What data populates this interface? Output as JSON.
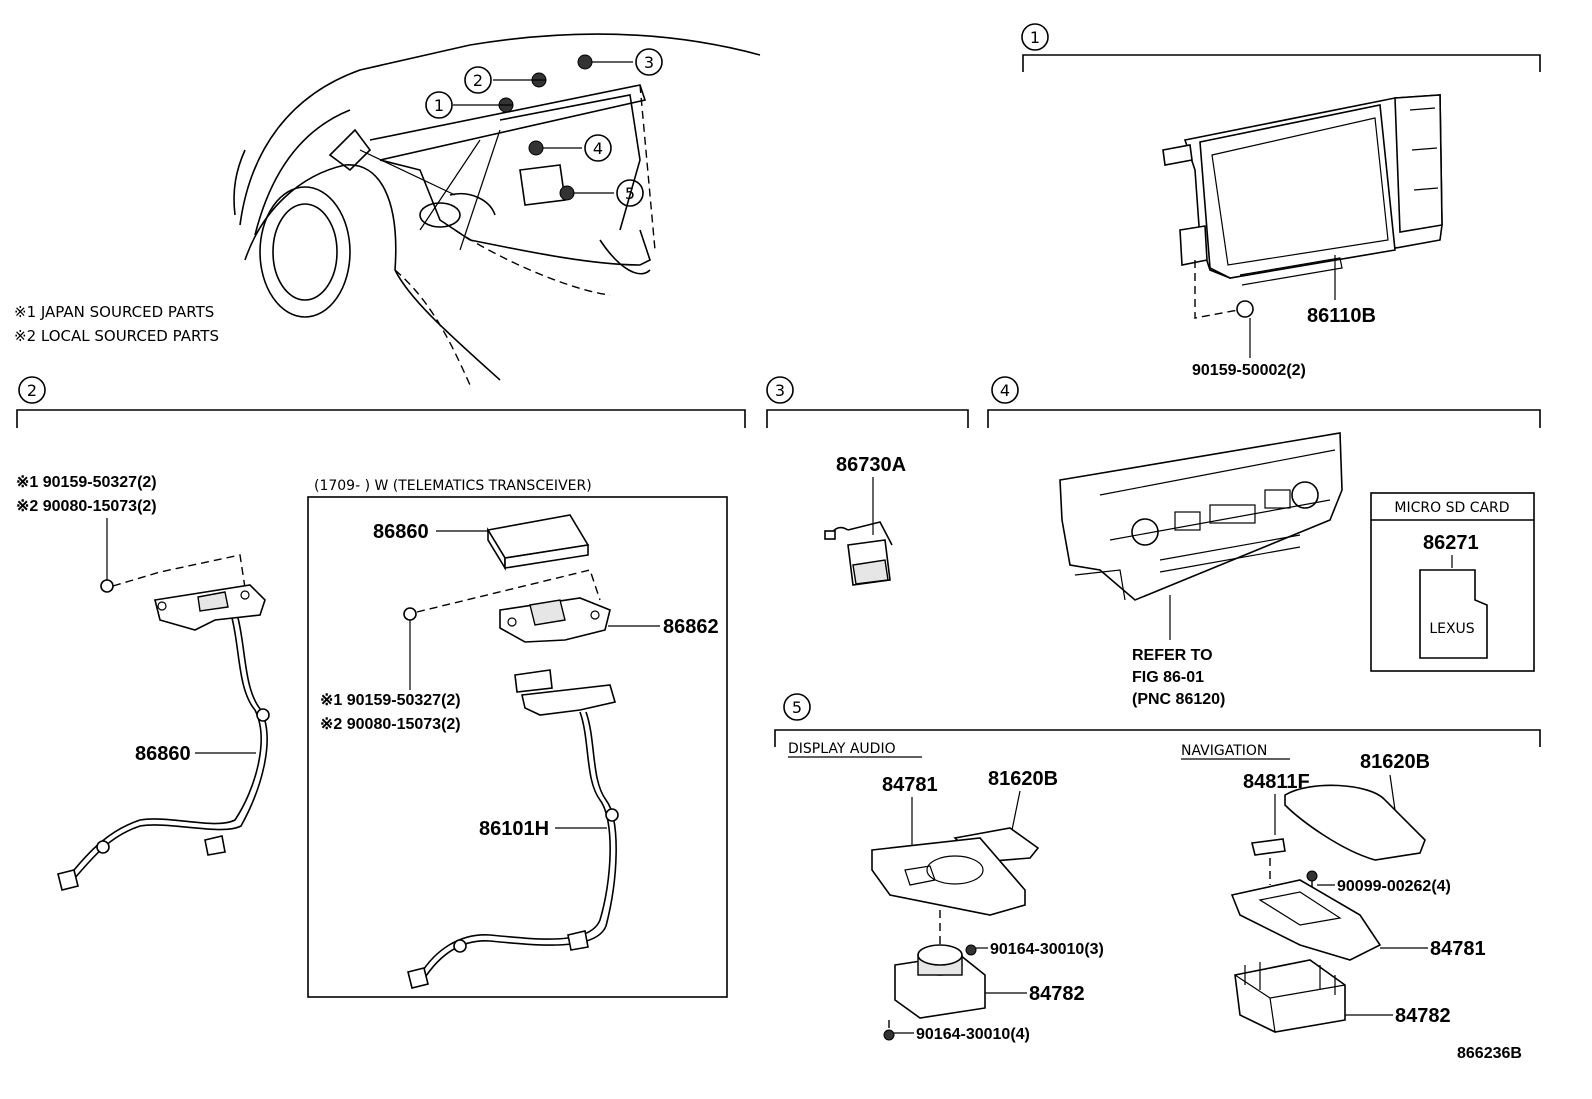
{
  "notes": {
    "japan": "※1 JAPAN SOURCED PARTS",
    "local": "※2 LOCAL SOURCED PARTS"
  },
  "markers": [
    "1",
    "2",
    "3",
    "4",
    "5"
  ],
  "section1": {
    "label": "1",
    "part_display": "86110B",
    "part_screw": "90159-50002(2)"
  },
  "section2": {
    "label": "2",
    "bolt_jp": "※1 90159-50327(2)",
    "bolt_local": "※2 90080-15073(2)",
    "part_cable": "86860",
    "telematics_header": "(1709-      ) W (TELEMATICS TRANSCEIVER)",
    "part_transceiver": "86860",
    "part_bracket": "86862",
    "bolt2_jp": "※1 90159-50327(2)",
    "bolt2_local": "※2 90080-15073(2)",
    "part_wire": "86101H"
  },
  "section3": {
    "label": "3",
    "part_sensor": "86730A"
  },
  "section4": {
    "label": "4",
    "refer1": "REFER TO",
    "refer2": "FIG 86-01",
    "refer3": "(PNC 86120)",
    "sd_header": "MICRO SD CARD",
    "sd_part": "86271",
    "sd_logo": "LEXUS"
  },
  "section5": {
    "label": "5",
    "display_audio": "DISPLAY AUDIO",
    "navigation": "NAVIGATION",
    "da_panel": "84781",
    "da_cover": "81620B",
    "da_screw": "90164-30010(3)",
    "da_controller": "84782",
    "da_screw2": "90164-30010(4)",
    "nav_button": "84811F",
    "nav_cover": "81620B",
    "nav_screw": "90099-00262(4)",
    "nav_panel": "84781",
    "nav_controller": "84782"
  },
  "figure_id": "866236B"
}
